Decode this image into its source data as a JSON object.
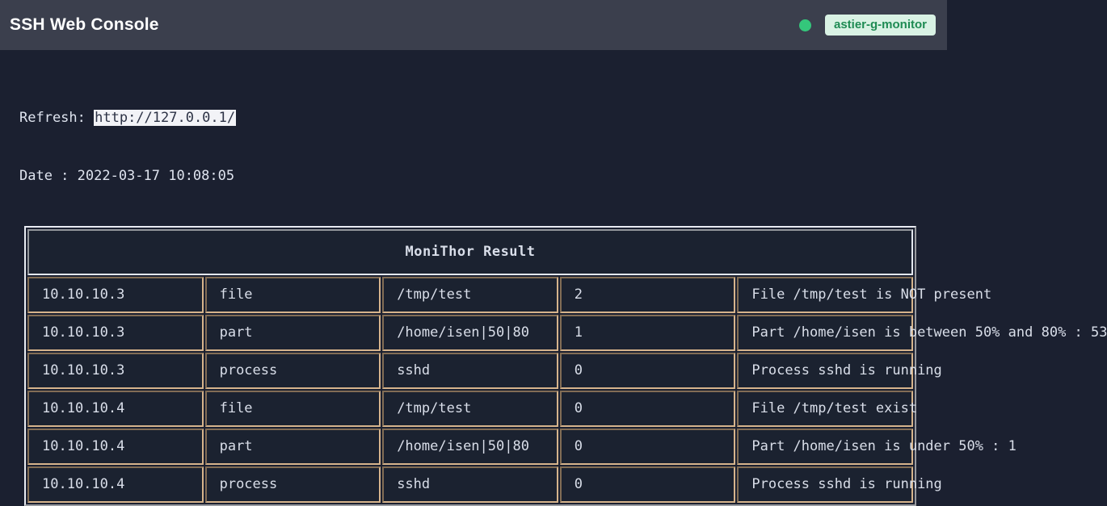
{
  "header": {
    "title": "SSH Web Console",
    "status_dot_color": "#34c77b",
    "status_dot_name": "online-status-dot",
    "host_badge": "astier-g-monitor",
    "badge_bg": "#d9f2e4",
    "badge_fg": "#1e8b53"
  },
  "info": {
    "refresh_label": "Refresh: ",
    "refresh_url": "http://127.0.0.1/",
    "date_line": "Date : 2022-03-17 10:08:05"
  },
  "table": {
    "title": "MoniThor Result",
    "rows": [
      {
        "host": "10.10.10.3",
        "type": "file",
        "arg": "/tmp/test",
        "code": "2",
        "message": "File /tmp/test is NOT present"
      },
      {
        "host": "10.10.10.3",
        "type": "part",
        "arg": "/home/isen|50|80",
        "code": "1",
        "message": "Part /home/isen is between 50% and 80% : 53"
      },
      {
        "host": "10.10.10.3",
        "type": "process",
        "arg": "sshd",
        "code": "0",
        "message": "Process sshd is running"
      },
      {
        "host": "10.10.10.4",
        "type": "file",
        "arg": "/tmp/test",
        "code": "0",
        "message": "File /tmp/test exist"
      },
      {
        "host": "10.10.10.4",
        "type": "part",
        "arg": "/home/isen|50|80",
        "code": "0",
        "message": "Part /home/isen is under 50% : 1"
      },
      {
        "host": "10.10.10.4",
        "type": "process",
        "arg": "sshd",
        "code": "0",
        "message": "Process sshd is running"
      }
    ]
  },
  "theme": {
    "page_bg": "#1b2030",
    "topbar_bg": "#3b3f4d",
    "text": "#d9dee9"
  }
}
